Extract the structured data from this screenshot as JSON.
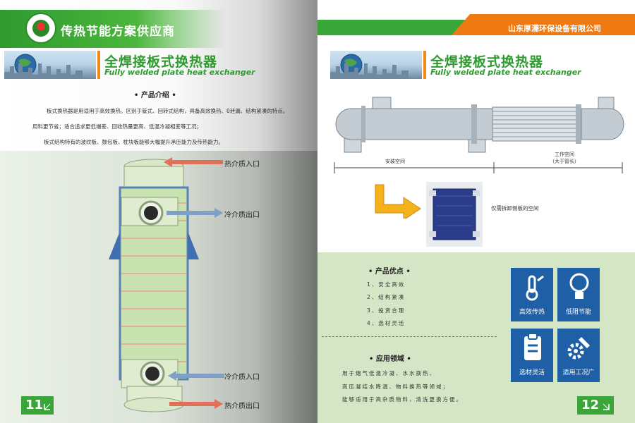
{
  "left": {
    "header": {
      "title": "传热节能方案供应商"
    },
    "title": {
      "cn": "全焊接板式换热器",
      "en": "Fully welded plate heat exchanger"
    },
    "intro": {
      "heading": "• 产品介绍 •",
      "lines": [
        "板式换热器是用适用于高效换热。区别于管式、回转式结构，具备高效换热、0泄漏、结构紧凑的特点。",
        "用料更节省；适合追求更低端差、回收热量更高、低温冷凝相变等工况；",
        "板式结构特有的波纹板、鼓包板、枕块板能够大幅提升承压能力及传热能力。"
      ]
    },
    "flows": {
      "hot_in_top": "热介质入口",
      "cold_out": "冷介质出口",
      "cold_in": "冷介质入口",
      "hot_out_bottom": "热介质出口"
    },
    "page_number": "11"
  },
  "right": {
    "company": "山东厚濡环保设备有限公司",
    "title": {
      "cn": "全焊接板式换热器",
      "en": "Fully welded plate heat exchanger"
    },
    "dims": {
      "install_space": "安装空间",
      "work_space_1": "工作空间",
      "work_space_2": "（大于管长）",
      "side_panel_note": "仅需拆卸侧板的空间"
    },
    "advantages": {
      "heading": "• 产品优点 •",
      "items": [
        "1、安全高效",
        "2、结构紧凑",
        "3、投资合理",
        "4、选材灵活"
      ]
    },
    "applications": {
      "heading": "• 应用领域 •",
      "lines": [
        "用于烟气低温冷凝、水水换热、",
        "高压凝结水降温、物料换热等领域；",
        "能够适用于高杂质物料，清洗更换方便。"
      ]
    },
    "tiles": [
      {
        "label": "高效传热",
        "icon": "thermometer-icon"
      },
      {
        "label": "低阻节能",
        "icon": "lightbulb-icon"
      },
      {
        "label": "选材灵活",
        "icon": "clipboard-icon"
      },
      {
        "label": "适用工况广",
        "icon": "wrench-gear-icon"
      }
    ],
    "page_number": "12"
  },
  "colors": {
    "green": "#2f9a2f",
    "orange": "#ef7a14",
    "blue": "#1f5fa6",
    "light_green": "#d5e6c6"
  }
}
